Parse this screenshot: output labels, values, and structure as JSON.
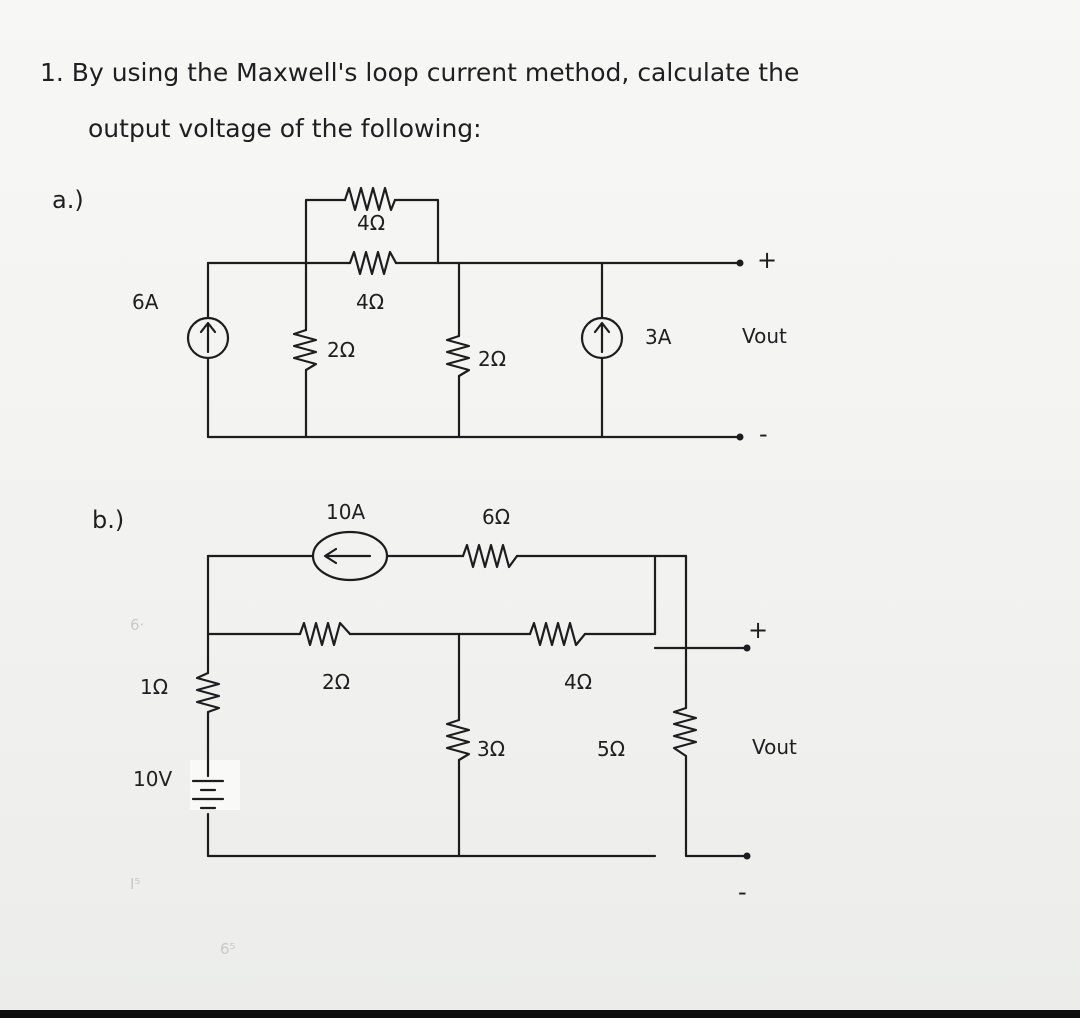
{
  "question": {
    "line1": "1. By using the Maxwell's loop current method, calculate the",
    "line2": "output voltage of the following:"
  },
  "circuit_a": {
    "label": "a.)",
    "r_top": "4Ω",
    "r_mid": "4Ω",
    "r_left": "2Ω",
    "r_right": "2Ω",
    "source_left": "6A",
    "source_right": "3A",
    "out_plus": "+",
    "out_minus": "-",
    "out_label": "Vout"
  },
  "circuit_b": {
    "label": "b.)",
    "source_current": "10A",
    "r_top": "6Ω",
    "r_mid_left": "2Ω",
    "r_mid_right": "4Ω",
    "r_left": "1Ω",
    "r_center": "3Ω",
    "r_right": "5Ω",
    "battery": "10V",
    "out_plus": "+",
    "out_minus": "-",
    "out_label": "Vout"
  }
}
